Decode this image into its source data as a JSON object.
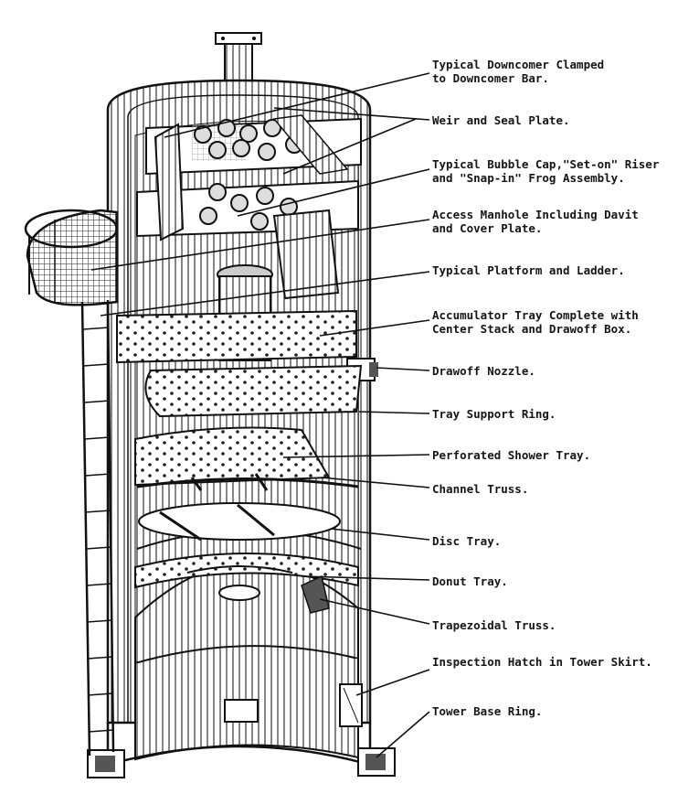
{
  "labels": [
    {
      "line1": "Typical Downcomer Clamped",
      "line2": "to Downcomer Bar."
    },
    {
      "line1": "Weir and Seal Plate.",
      "line2": ""
    },
    {
      "line1": "Typical Bubble Cap,\"Set-on\" Riser",
      "line2": "and \"Snap-in\" Frog Assembly."
    },
    {
      "line1": "Access Manhole Including Davit",
      "line2": "and Cover Plate."
    },
    {
      "line1": "Typical Platform and Ladder.",
      "line2": ""
    },
    {
      "line1": "Accumulator Tray Complete with",
      "line2": "Center Stack and Drawoff Box."
    },
    {
      "line1": "Drawoff Nozzle.",
      "line2": ""
    },
    {
      "line1": "Tray Support Ring.",
      "line2": ""
    },
    {
      "line1": "Perforated Shower Tray.",
      "line2": ""
    },
    {
      "line1": "Channel Truss.",
      "line2": ""
    },
    {
      "line1": "Disc Tray.",
      "line2": ""
    },
    {
      "line1": "Donut Tray.",
      "line2": ""
    },
    {
      "line1": "Trapezoidal Truss.",
      "line2": ""
    },
    {
      "line1": "Inspection Hatch in Tower Skirt.",
      "line2": ""
    },
    {
      "line1": "Tower Base Ring.",
      "line2": ""
    }
  ],
  "colors": {
    "ink": "#1a1a1a",
    "paper": "#ffffff",
    "shade": "#9a9a9a"
  }
}
